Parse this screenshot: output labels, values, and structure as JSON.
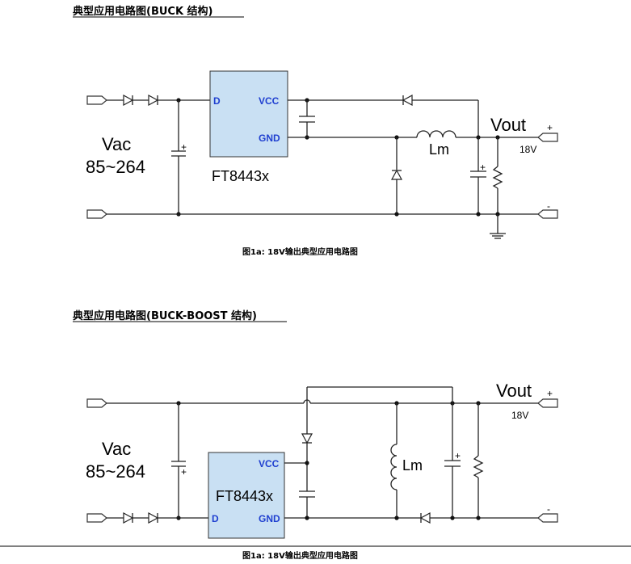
{
  "section1": {
    "title": "典型应用电路图(BUCK 结构)",
    "input_label": "Vac",
    "input_range": "85~264",
    "chip_name": "FT8443x",
    "pin_d": "D",
    "pin_vcc": "VCC",
    "pin_gnd": "GND",
    "inductor_label": "Lm",
    "output_label": "Vout",
    "output_voltage": "18V",
    "plus_sign": "+",
    "minus_sign": "-",
    "caption": "图1a: 18V输出典型应用电路图"
  },
  "section2": {
    "title": "典型应用电路图(BUCK-BOOST 结构)",
    "input_label": "Vac",
    "input_range": "85~264",
    "chip_name": "FT8443x",
    "pin_d": "D",
    "pin_vcc": "VCC",
    "pin_gnd": "GND",
    "inductor_label": "Lm",
    "output_label": "Vout",
    "output_voltage": "18V",
    "plus_sign": "+",
    "minus_sign": "-",
    "caption": "图1a: 18V输出典型应用电路图"
  }
}
